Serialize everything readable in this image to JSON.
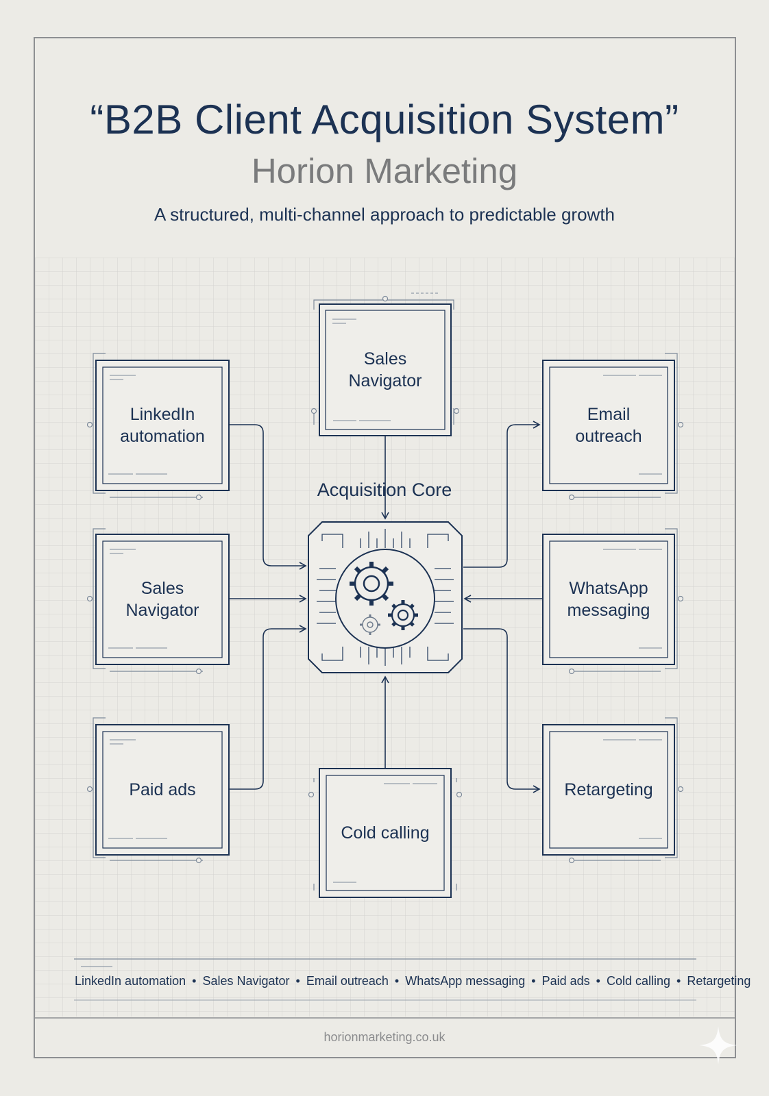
{
  "header": {
    "title": "“B2B Client Acquisition System”",
    "subtitle": "Horion Marketing",
    "tagline": "A structured, multi-channel approach to predictable growth"
  },
  "diagram": {
    "core_label": "Acquisition Core",
    "nodes": {
      "top": "Sales\nNavigator",
      "left_top": "LinkedIn\nautomation",
      "left_mid": "Sales\nNavigator",
      "left_bottom": "Paid ads",
      "bottom": "Cold calling",
      "right_top": "Email\noutreach",
      "right_mid": "WhatsApp\nmessaging",
      "right_bottom": "Retargeting"
    }
  },
  "channels": [
    "LinkedIn automation",
    "Sales Navigator",
    "Email outreach",
    "WhatsApp messaging",
    "Paid ads",
    "Cold calling",
    "Retargeting"
  ],
  "separator": "•",
  "footer": {
    "url": "horionmarketing.co.uk"
  },
  "colors": {
    "ink": "#1c3253",
    "grid": "#d3d3d0",
    "paper": "#ecebe6",
    "muted": "#8a8b8d"
  },
  "icons": [
    "gear-icon",
    "circuit-chip-icon",
    "sparkle-icon"
  ]
}
